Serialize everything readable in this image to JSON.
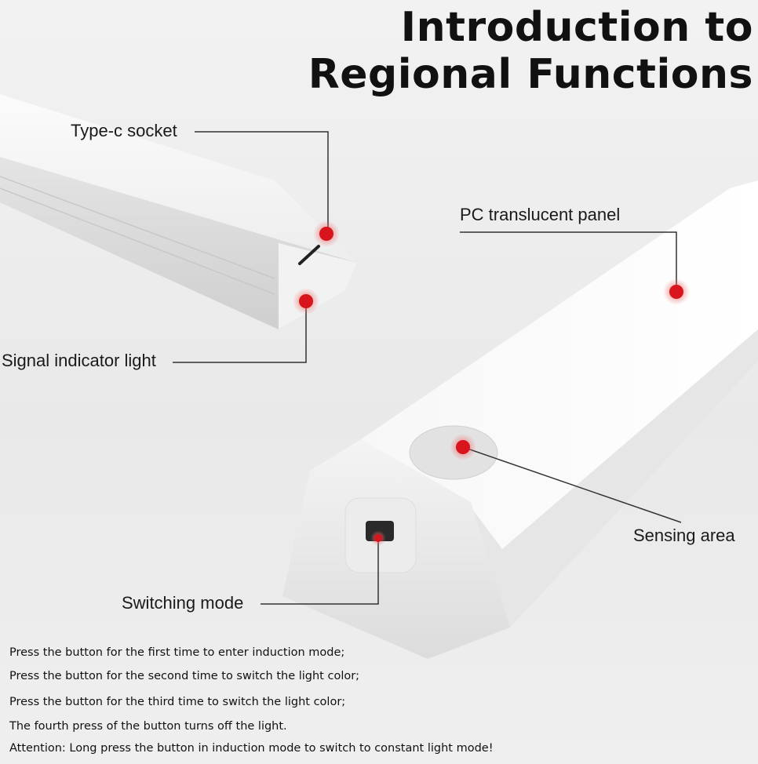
{
  "title": {
    "line1": "Introduction to",
    "line2": "Regional Functions"
  },
  "callouts": {
    "type_c_socket": "Type-c socket",
    "pc_translucent_panel": "PC translucent panel",
    "signal_indicator_light": "Signal indicator light",
    "sensing_area": "Sensing area",
    "switching_mode": "Switching mode"
  },
  "instructions": [
    "Press the button for the first time to enter induction mode;",
    "Press the button for the second time to switch the light color;",
    "Press the button for the third time to switch the light color;",
    "The fourth press of the button turns off the light.",
    "Attention: Long press the button in induction mode to switch to constant light mode!"
  ],
  "colors": {
    "marker": "#d8141c",
    "marker_halo": "#f28a8a",
    "leader_line": "#333333",
    "background": "#eeeeee"
  }
}
